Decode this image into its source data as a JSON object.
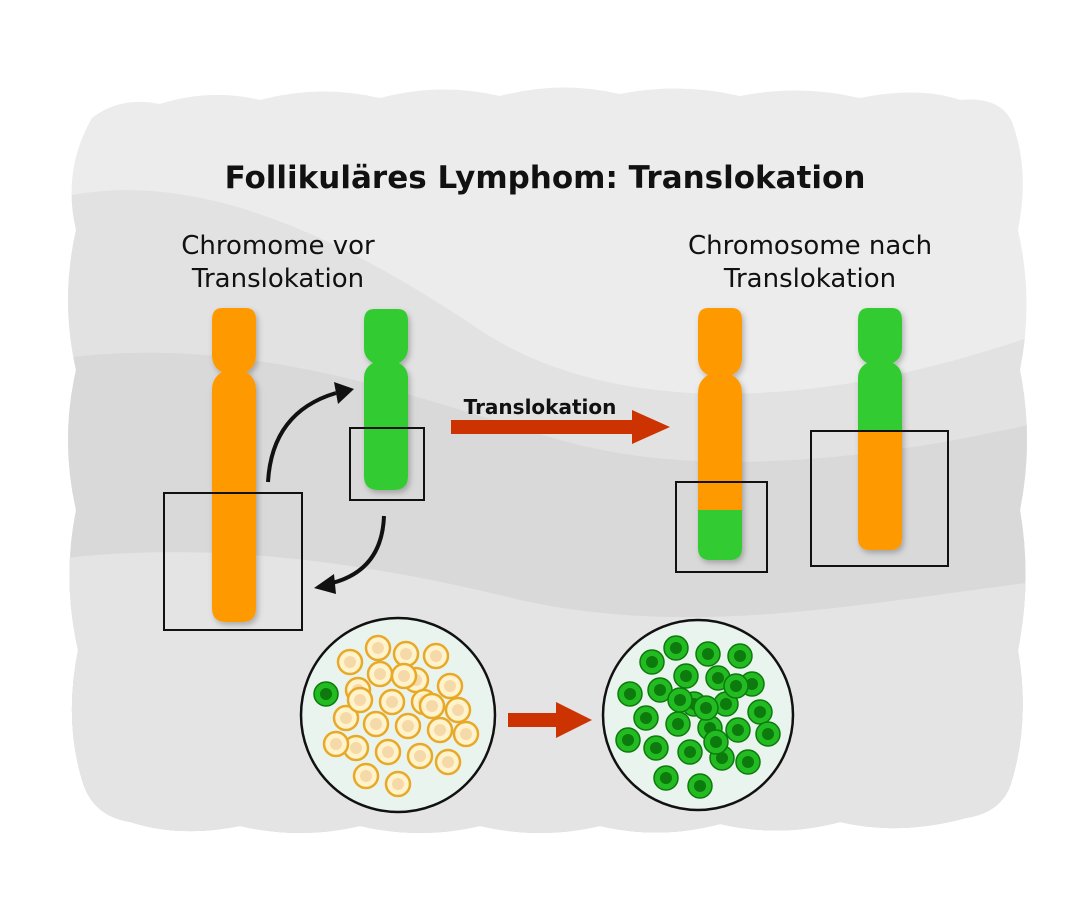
{
  "title": "Follikuläres Lymphom: Translokation",
  "left_heading": {
    "line1": "Chromome vor",
    "line2": "Translokation"
  },
  "right_heading": {
    "line1": "Chromosome nach",
    "line2": "Translokation"
  },
  "arrow_label": "Translokation",
  "colors": {
    "background_light": "#ececec",
    "background_mid": "#dcdcdc",
    "chromosome_orange": "#ff9900",
    "chromosome_green": "#33cc33",
    "arrow_red": "#cc3300",
    "cell_yellow_fill": "#fff3cc",
    "cell_yellow_border": "#e8a928",
    "cell_green_fill": "#22bb22",
    "cell_green_nucleus": "#0d7a0d",
    "petri_fill": "#eaf4ee"
  },
  "petri_dishes": [
    {
      "name": "before",
      "green_cells": 1,
      "yellow_cells": 26
    },
    {
      "name": "after",
      "green_cells": 28,
      "yellow_cells": 0
    }
  ]
}
